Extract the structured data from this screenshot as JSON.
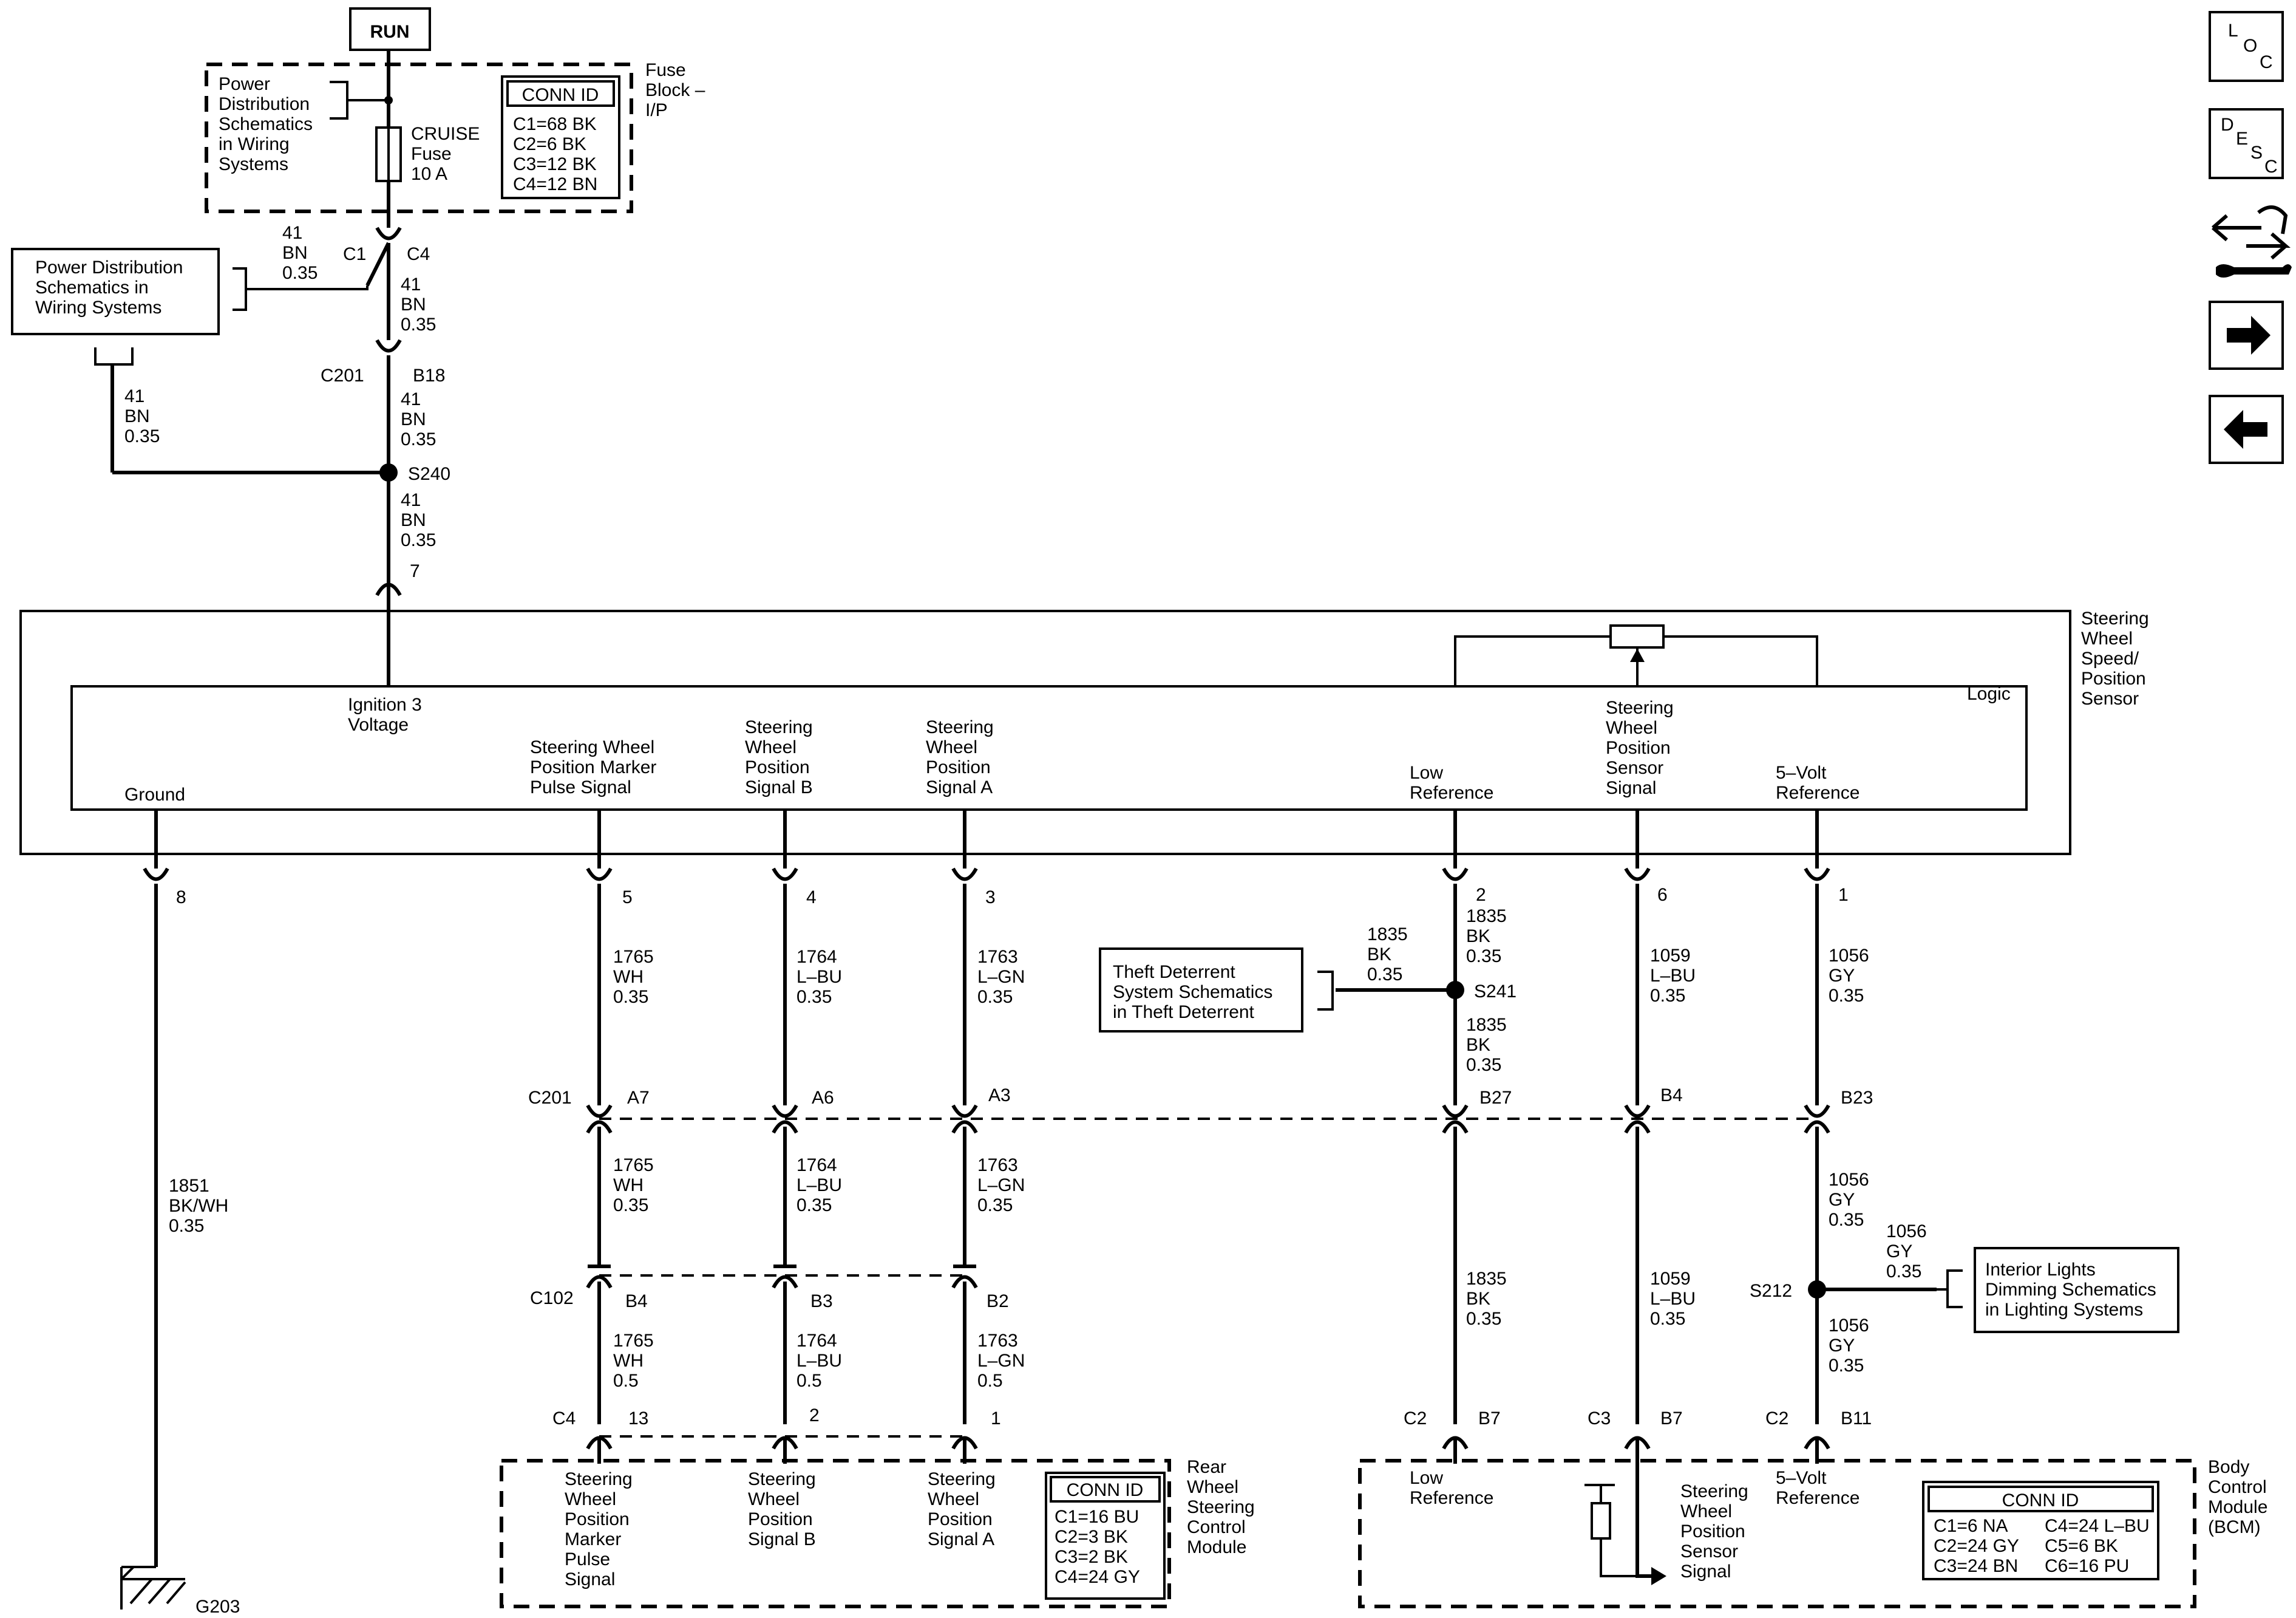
{
  "run": "RUN",
  "fuse_block": {
    "label": [
      "Fuse",
      "Block –",
      "I/P"
    ],
    "ref": [
      "Power",
      "Distribution",
      "Schematics",
      "in Wiring",
      "Systems"
    ],
    "fuse": [
      "CRUISE",
      "Fuse",
      "10 A"
    ],
    "conn_title": "CONN ID",
    "conn": [
      "C1=68 BK",
      "C2=6 BK",
      "C3=12 BK",
      "C4=12 BN"
    ]
  },
  "pds_box": [
    "Power Distribution",
    "Schematics in",
    "Wiring Systems"
  ],
  "wires": {
    "w41a": [
      "41",
      "BN",
      "0.35"
    ],
    "w41b": [
      "41",
      "BN",
      "0.35"
    ],
    "w41c": [
      "41",
      "BN",
      "0.35"
    ],
    "w41d": [
      "41",
      "BN",
      "0.35"
    ],
    "w41e": [
      "41",
      "BN",
      "0.35"
    ],
    "w1851": [
      "1851",
      "BK/WH",
      "0.35"
    ],
    "w1765a": [
      "1765",
      "WH",
      "0.35"
    ],
    "w1765b": [
      "1765",
      "WH",
      "0.35"
    ],
    "w1765c": [
      "1765",
      "WH",
      "0.5"
    ],
    "w1764a": [
      "1764",
      "L–BU",
      "0.35"
    ],
    "w1764b": [
      "1764",
      "L–BU",
      "0.35"
    ],
    "w1764c": [
      "1764",
      "L–BU",
      "0.5"
    ],
    "w1763a": [
      "1763",
      "L–GN",
      "0.35"
    ],
    "w1763b": [
      "1763",
      "L–GN",
      "0.35"
    ],
    "w1763c": [
      "1763",
      "L–GN",
      "0.5"
    ],
    "w1835a": [
      "1835",
      "BK",
      "0.35"
    ],
    "w1835b": [
      "1835",
      "BK",
      "0.35"
    ],
    "w1835c": [
      "1835",
      "BK",
      "0.35"
    ],
    "w1835d": [
      "1835",
      "BK",
      "0.35"
    ],
    "w1059a": [
      "1059",
      "L–BU",
      "0.35"
    ],
    "w1059b": [
      "1059",
      "L–BU",
      "0.35"
    ],
    "w1056a": [
      "1056",
      "GY",
      "0.35"
    ],
    "w1056b": [
      "1056",
      "GY",
      "0.35"
    ],
    "w1056c": [
      "1056",
      "GY",
      "0.35"
    ],
    "w1056d": [
      "1056",
      "GY",
      "0.35"
    ]
  },
  "connectors": {
    "c1": "C1",
    "c4": "C4",
    "c201_top": "C201",
    "b18": "B18",
    "s240": "S240",
    "pin7": "7",
    "pin8": "8",
    "pin5": "5",
    "pin4": "4",
    "pin3": "3",
    "pin2": "2",
    "pin6": "6",
    "pin1": "1",
    "s241": "S241",
    "c201": "C201",
    "a7": "A7",
    "a6": "A6",
    "a3": "A3",
    "b27": "B27",
    "b4_top": "B4",
    "b23": "B23",
    "c102": "C102",
    "b4": "B4",
    "b3": "B3",
    "b2": "B2",
    "c4_low": "C4",
    "p13": "13",
    "p2": "2",
    "p1": "1",
    "s212": "S212",
    "c2a": "C2",
    "b7a": "B7",
    "c3": "C3",
    "b7b": "B7",
    "c2b": "C2",
    "b11": "B11",
    "g203": "G203"
  },
  "sensor": {
    "title": [
      "Steering",
      "Wheel",
      "Speed/",
      "Position",
      "Sensor"
    ],
    "logic": "Logic",
    "ignition": [
      "Ignition 3",
      "Voltage"
    ],
    "ground": "Ground",
    "marker": [
      "Steering Wheel",
      "Position Marker",
      "Pulse Signal"
    ],
    "sig_b": [
      "Steering",
      "Wheel",
      "Position",
      "Signal B"
    ],
    "sig_a": [
      "Steering",
      "Wheel",
      "Position",
      "Signal A"
    ],
    "low_ref": [
      "Low",
      "Reference"
    ],
    "pos_sensor": [
      "Steering",
      "Wheel",
      "Position",
      "Sensor",
      "Signal"
    ],
    "five_volt": [
      "5–Volt",
      "Reference"
    ]
  },
  "theft_box": [
    "Theft Deterrent",
    "System Schematics",
    "in Theft Deterrent"
  ],
  "interior_box": [
    "Interior Lights",
    "Dimming Schematics",
    "in Lighting Systems"
  ],
  "rwscm": {
    "title": [
      "Rear",
      "Wheel",
      "Steering",
      "Control",
      "Module"
    ],
    "marker": [
      "Steering",
      "Wheel",
      "Position",
      "Marker",
      "Pulse",
      "Signal"
    ],
    "sig_b": [
      "Steering",
      "Wheel",
      "Position",
      "Signal B"
    ],
    "sig_a": [
      "Steering",
      "Wheel",
      "Position",
      "Signal A"
    ],
    "conn_title": "CONN ID",
    "conn": [
      "C1=16 BU",
      "C2=3 BK",
      "C3=2 BK",
      "C4=24 GY"
    ]
  },
  "bcm": {
    "title": [
      "Body",
      "Control",
      "Module",
      "(BCM)"
    ],
    "low_ref": [
      "Low",
      "Reference"
    ],
    "pos_sensor": [
      "Steering",
      "Wheel",
      "Position",
      "Sensor",
      "Signal"
    ],
    "five_volt": [
      "5–Volt",
      "Reference"
    ],
    "conn_title": "CONN ID",
    "conn": [
      "C1=6 NA",
      "C4=24 L–BU",
      "C2=24 GY",
      "C5=6 BK",
      "C3=24 BN",
      "C6=16 PU"
    ]
  },
  "nav": {
    "loc": [
      "L",
      "O",
      "C"
    ],
    "desc": [
      "D",
      "E",
      "S",
      "C"
    ]
  }
}
